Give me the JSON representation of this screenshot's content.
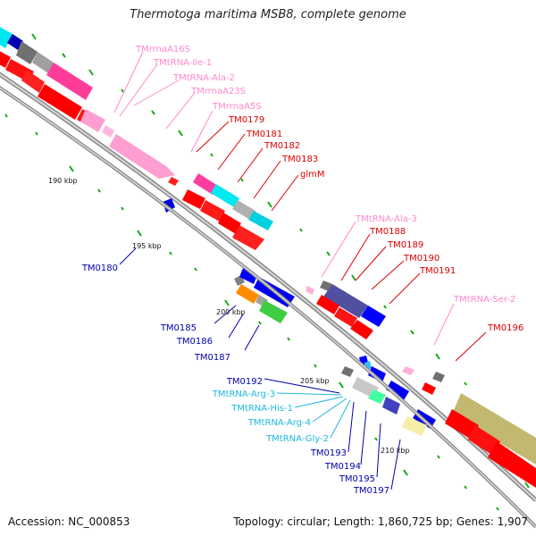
{
  "title": "Thermotoga maritima MSB8, complete genome",
  "accession": "Accession: NC_000853",
  "summary": "Topology: circular; Length: 1,860,725 bp; Genes: 1,907",
  "colors": {
    "protein": "#ff0000",
    "rrna": "#ff8ec6",
    "trna_red": "#ff3c8a",
    "trna_alt": "#1fd0e8",
    "label_protein_top": "#dd0000",
    "label_protein_bottom": "#0000aa",
    "label_rna": "#ff88cc",
    "label_trna_bottom": "#20b8e0",
    "backbone": "#8a8a8a",
    "tick": "#11aa11"
  },
  "kbp_labels": [
    "190 kbp",
    "195 kbp",
    "200 kbp",
    "205 kbp",
    "210 kbp"
  ],
  "labels_top": [
    {
      "text": "TMrrnaA16S",
      "kind": "rna"
    },
    {
      "text": "TMtRNA-Ile-1",
      "kind": "rna"
    },
    {
      "text": "TMtRNA-Ala-2",
      "kind": "rna"
    },
    {
      "text": "TMrrnaA23S",
      "kind": "rna"
    },
    {
      "text": "TMrrnaA5S",
      "kind": "rna"
    },
    {
      "text": "TM0179",
      "kind": "protein"
    },
    {
      "text": "TM0181",
      "kind": "protein"
    },
    {
      "text": "TM0182",
      "kind": "protein"
    },
    {
      "text": "TM0183",
      "kind": "protein"
    },
    {
      "text": "glmM",
      "kind": "protein"
    },
    {
      "text": "TMtRNA-Ala-3",
      "kind": "rna"
    },
    {
      "text": "TM0188",
      "kind": "protein"
    },
    {
      "text": "TM0189",
      "kind": "protein"
    },
    {
      "text": "TM0190",
      "kind": "protein"
    },
    {
      "text": "TM0191",
      "kind": "protein"
    },
    {
      "text": "TMtRNA-Ser-2",
      "kind": "rna"
    },
    {
      "text": "TM0196",
      "kind": "protein"
    }
  ],
  "labels_bottom": [
    {
      "text": "TM0180",
      "kind": "protein"
    },
    {
      "text": "TM0185",
      "kind": "protein"
    },
    {
      "text": "TM0186",
      "kind": "protein"
    },
    {
      "text": "TM0187",
      "kind": "protein"
    },
    {
      "text": "TM0192",
      "kind": "protein"
    },
    {
      "text": "TMtRNA-Arg-3",
      "kind": "trna"
    },
    {
      "text": "TMtRNA-His-1",
      "kind": "trna"
    },
    {
      "text": "TMtRNA-Arg-4",
      "kind": "trna"
    },
    {
      "text": "TMtRNA-Gly-2",
      "kind": "trna"
    },
    {
      "text": "TM0193",
      "kind": "protein"
    },
    {
      "text": "TM0194",
      "kind": "protein"
    },
    {
      "text": "TM0195",
      "kind": "protein"
    },
    {
      "text": "TM0197",
      "kind": "protein"
    }
  ]
}
